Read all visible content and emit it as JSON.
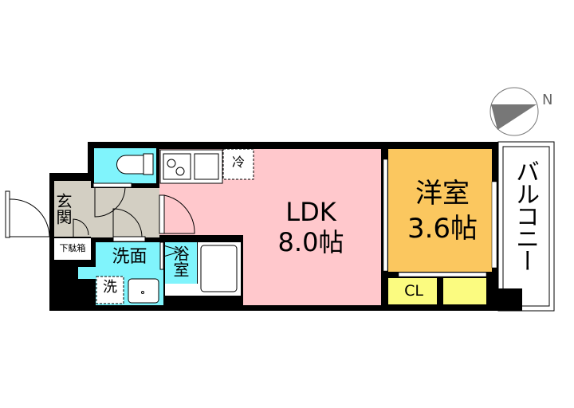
{
  "rooms": {
    "ldk": {
      "name": "LDK",
      "size": "8.0帖"
    },
    "western": {
      "name": "洋室",
      "size": "3.6帖"
    },
    "closet": "CL",
    "balcony": "バルコニー",
    "entrance": "玄関",
    "shoe_box": "下駄箱",
    "washroom": "洗面",
    "washer": "洗",
    "bath": "浴室",
    "fridge": "冷"
  },
  "compass": {
    "label": "N"
  },
  "colors": {
    "ldk": "#ffc8cc",
    "western": "#fbc75f",
    "closet": "#fbfb80",
    "wet_area": "#80f4fc",
    "entrance": "#d3cfc3",
    "wall": "#000000"
  }
}
